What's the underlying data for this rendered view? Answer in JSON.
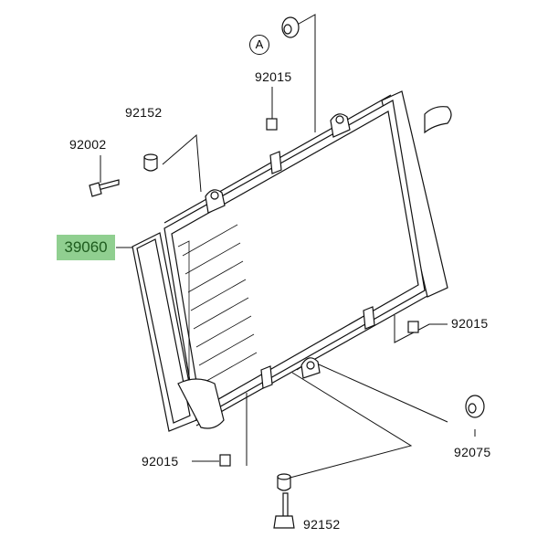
{
  "diagram": {
    "reference_marker": "A",
    "main_part": {
      "number": "39060",
      "highlight_color": "#90cf90"
    },
    "parts": [
      {
        "number": "92015",
        "id": "clip-top"
      },
      {
        "number": "92152",
        "id": "collar-top"
      },
      {
        "number": "92002",
        "id": "bolt-top"
      },
      {
        "number": "92015",
        "id": "clip-right"
      },
      {
        "number": "92075",
        "id": "grommet"
      },
      {
        "number": "92015",
        "id": "clip-bottom"
      },
      {
        "number": "92152",
        "id": "collar-bottom"
      }
    ]
  }
}
